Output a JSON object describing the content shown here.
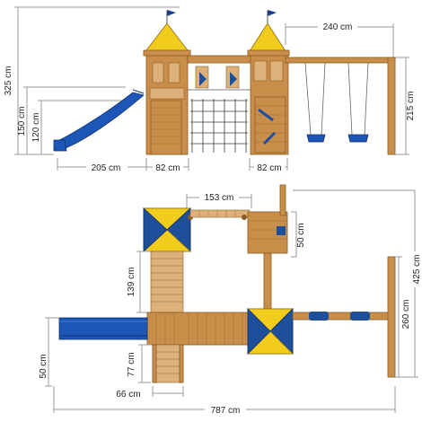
{
  "side_view": {
    "dims": {
      "total_height": "325 cm",
      "platform_high": "150 cm",
      "platform_low": "120 cm",
      "swing_width": "240 cm",
      "swing_height": "215 cm",
      "slide_length": "205 cm",
      "tower_width_left": "82 cm",
      "tower_width_right": "82 cm"
    }
  },
  "top_view": {
    "dims": {
      "bridge": "153 cm",
      "right_tower_offset": "50 cm",
      "ramp_length": "139 cm",
      "slide_width": "50 cm",
      "ladder_length": "77 cm",
      "ladder_width": "66 cm",
      "total_length": "787 cm",
      "swing_depth_inner": "260 cm",
      "swing_depth_outer": "425 cm"
    }
  },
  "colors": {
    "wood": "#c98f4a",
    "roof_yellow": "#f2cc1c",
    "roof_blue": "#1d4f9a",
    "slide_blue": "#1c57b8"
  }
}
